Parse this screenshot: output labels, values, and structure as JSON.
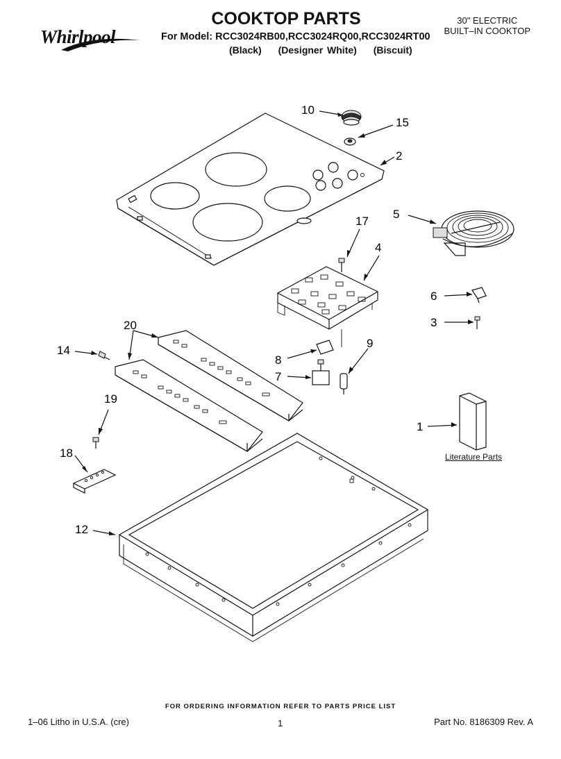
{
  "header": {
    "brand": "Whirlpool",
    "title": "COOKTOP PARTS",
    "model_line": "For Model: RCC3024RB00,RCC3024RQ00,RCC3024RT00",
    "variants": [
      "(Black)",
      "(Designer White)",
      "(Biscuit)"
    ],
    "product_type_line1": "30\" ELECTRIC",
    "product_type_line2": "BUILT–IN COOKTOP"
  },
  "callouts": [
    "10",
    "15",
    "2",
    "5",
    "17",
    "4",
    "6",
    "3",
    "20",
    "14",
    "9",
    "8",
    "7",
    "19",
    "1",
    "18",
    "12"
  ],
  "literature_label": "Literature Parts",
  "footer": {
    "ordering_note": "FOR ORDERING INFORMATION REFER TO PARTS PRICE LIST",
    "litho": "1–06 Litho in U.S.A. (cre)",
    "page_number": "1",
    "part_number": "Part No. 8186309 Rev. A"
  }
}
